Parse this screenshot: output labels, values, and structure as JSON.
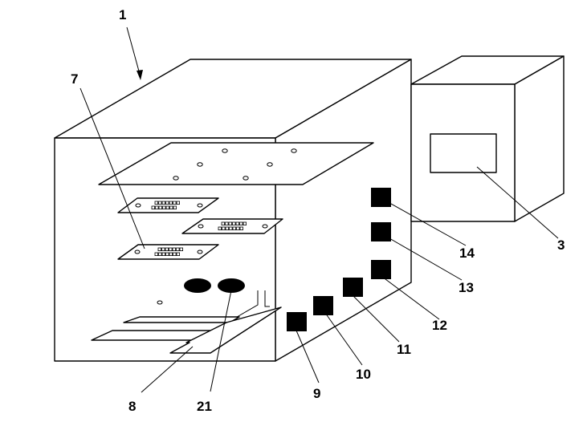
{
  "labels": {
    "l1": "1",
    "l3": "3",
    "l7": "7",
    "l8": "8",
    "l9": "9",
    "l10": "10",
    "l11": "11",
    "l12": "12",
    "l13": "13",
    "l14": "14",
    "l21": "21"
  }
}
